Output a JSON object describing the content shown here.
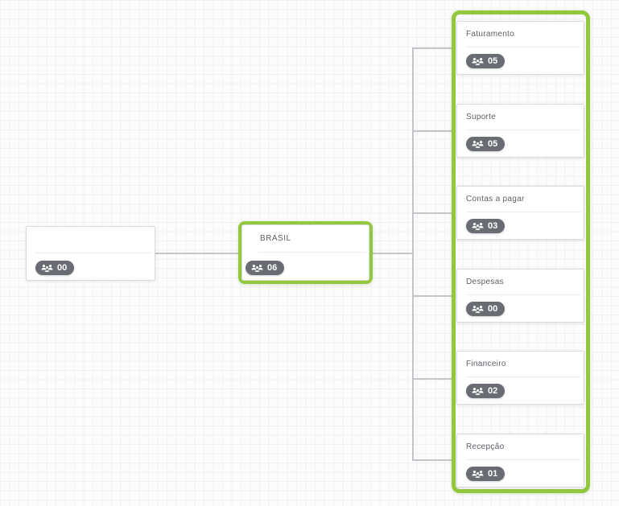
{
  "colors": {
    "selection_green": "#92c83e",
    "badge_bg": "#696d73",
    "connector_gray": "#c3c5c8",
    "card_border": "#d9dbdd",
    "grid_line": "#f1f1f5",
    "canvas_bg": "#fcfcfd",
    "label_text": "#5b6067"
  },
  "icons": {
    "badge_icon": "users-group-icon"
  },
  "root_node": {
    "label": "",
    "count": "00"
  },
  "parent_node": {
    "label": "BRASIL",
    "count": "06"
  },
  "children": [
    {
      "label": "Faturamento",
      "count": "05"
    },
    {
      "label": "Suporte",
      "count": "05"
    },
    {
      "label": "Contas a pagar",
      "count": "03"
    },
    {
      "label": "Despesas",
      "count": "00"
    },
    {
      "label": "Financeiro",
      "count": "02"
    },
    {
      "label": "Recepção",
      "count": "01"
    }
  ]
}
